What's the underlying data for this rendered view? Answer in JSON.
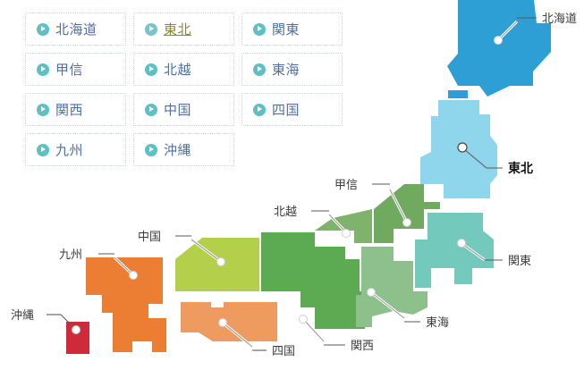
{
  "region_buttons": [
    {
      "id": "hokkaido",
      "label": "北海道",
      "active": false,
      "icon": "play-circle-icon"
    },
    {
      "id": "tohoku",
      "label": "東北",
      "active": true,
      "icon": "play-circle-icon"
    },
    {
      "id": "kanto",
      "label": "関東",
      "active": false,
      "icon": "play-circle-icon"
    },
    {
      "id": "koshin",
      "label": "甲信",
      "active": false,
      "icon": "play-circle-icon"
    },
    {
      "id": "hokuetsu",
      "label": "北越",
      "active": false,
      "icon": "play-circle-icon"
    },
    {
      "id": "tokai",
      "label": "東海",
      "active": false,
      "icon": "play-circle-icon"
    },
    {
      "id": "kansai",
      "label": "関西",
      "active": false,
      "icon": "play-circle-icon"
    },
    {
      "id": "chugoku",
      "label": "中国",
      "active": false,
      "icon": "play-circle-icon"
    },
    {
      "id": "shikoku",
      "label": "四国",
      "active": false,
      "icon": "play-circle-icon"
    },
    {
      "id": "kyushu",
      "label": "九州",
      "active": false,
      "icon": "play-circle-icon"
    },
    {
      "id": "okinawa",
      "label": "沖縄",
      "active": false,
      "icon": "play-circle-icon"
    }
  ],
  "map": {
    "labels": {
      "hokkaido": "北海道",
      "tohoku": "東北",
      "kanto": "関東",
      "koshin": "甲信",
      "hokuetsu": "北越",
      "tokai": "東海",
      "kansai": "関西",
      "chugoku": "中国",
      "shikoku": "四国",
      "kyushu": "九州",
      "okinawa": "沖縄"
    },
    "region_colors": {
      "hokkaido": "#2e9fd4",
      "tohoku": "#8fd5ec",
      "kanto": "#73c9bb",
      "koshin": "#6faa5f",
      "hokuetsu": "#7fb26b",
      "tokai": "#8dc08a",
      "kansai": "#5cab53",
      "chugoku": "#b4d04a",
      "shikoku": "#ef9b5f",
      "kyushu": "#ec7e34",
      "okinawa": "#cf2a3a"
    },
    "active_region": "tohoku"
  },
  "colors": {
    "button_border": "#cfd6d8",
    "button_text": "#4f6fa3",
    "button_active_text": "#8a8a2e",
    "icon_teal": "#5cc0c4",
    "label_text": "#3b3b3b"
  }
}
